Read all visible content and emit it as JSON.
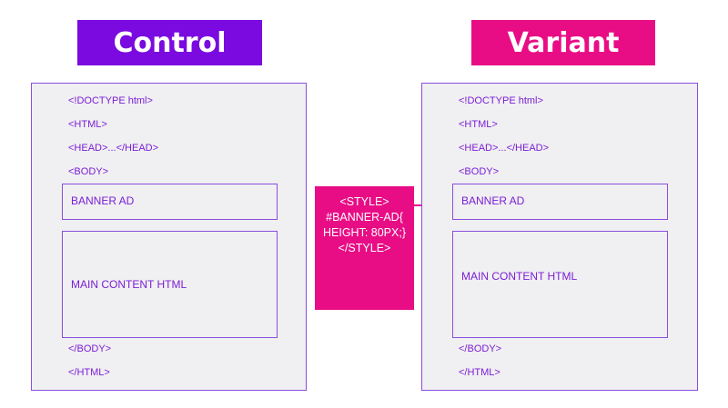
{
  "control": {
    "title": "Control",
    "doctype": "<!DOCTYPE html>",
    "html_open": "<HTML>",
    "head": "<HEAD>...</HEAD>",
    "body_open": "<BODY>",
    "banner": "BANNER AD",
    "main": "MAIN CONTENT HTML",
    "body_close": "</BODY>",
    "html_close": "</HTML>"
  },
  "variant": {
    "title": "Variant",
    "doctype": "<!DOCTYPE html>",
    "html_open": "<HTML>",
    "head": "<HEAD>...</HEAD>",
    "body_open": "<BODY>",
    "banner": "BANNER AD",
    "main": "MAIN CONTENT HTML",
    "body_close": "</BODY>",
    "html_close": "</HTML>"
  },
  "style_injection": {
    "lines": [
      "<STYLE>",
      "#BANNER-AD{",
      "HEIGHT: 80PX;}",
      "</STYLE>"
    ]
  },
  "colors": {
    "control": "#7a0ae0",
    "variant": "#e80d85",
    "text": "#7a1fd6",
    "panel_bg": "#f0eff1"
  }
}
